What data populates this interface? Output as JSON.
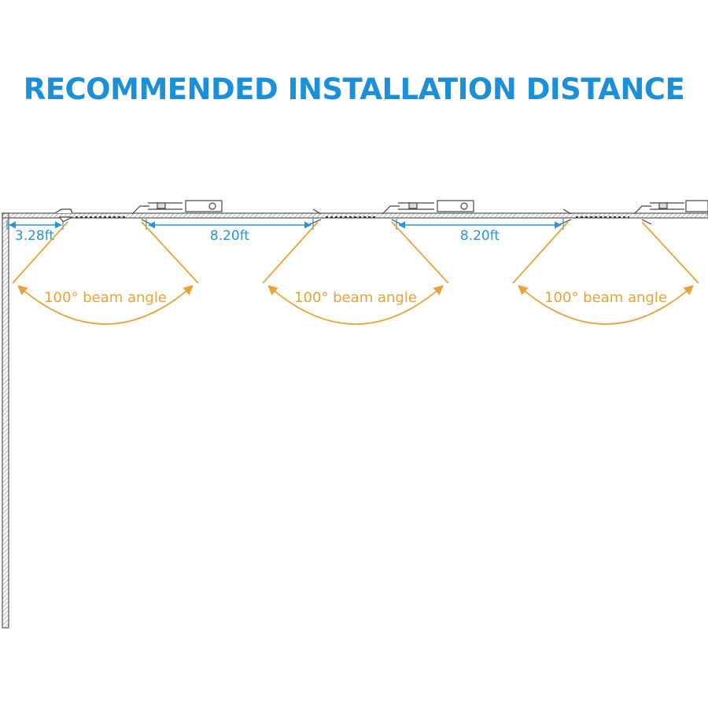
{
  "title": "RECOMMENDED INSTALLATION DISTANCE",
  "dimensions": {
    "wall_gap": "3.28ft",
    "spacing_1": "8.20ft",
    "spacing_2": "8.20ft"
  },
  "beams": [
    {
      "label": "100° beam angle"
    },
    {
      "label": "100° beam angle"
    },
    {
      "label": "100° beam angle"
    }
  ],
  "colors": {
    "title": "#1b8fd8",
    "dimension": "#2a93d5",
    "beam": "#e8a23a",
    "structure": "#555555"
  },
  "icons": [
    "light-fixture-icon",
    "junction-box-icon",
    "connector-icon"
  ]
}
